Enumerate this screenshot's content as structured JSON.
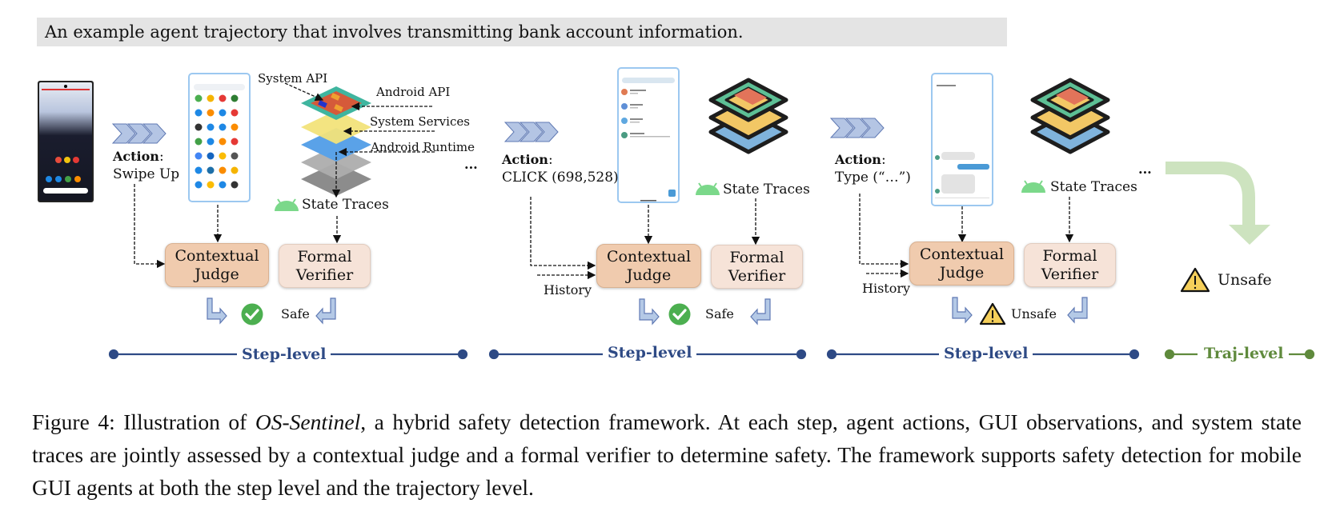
{
  "banner": {
    "text": "An example agent trajectory that involves transmitting bank account information."
  },
  "stack_labels": {
    "system_api": "System API",
    "android_api": "Android API",
    "system_services": "System Services",
    "android_runtime": "Android Runtime"
  },
  "steps": [
    {
      "action_title": "Action",
      "action_colon": ":",
      "action_value": "Swipe Up",
      "state_traces": "State Traces",
      "judge_line1": "Contextual",
      "judge_line2": "Judge",
      "verifier_line1": "Formal",
      "verifier_line2": "Verifier",
      "verdict": "Safe",
      "verdict_icon": "check-circle-icon",
      "level_label": "Step-level",
      "ellipsis": "..."
    },
    {
      "action_title": "Action",
      "action_colon": ":",
      "action_value": "CLICK (698,528)",
      "history_label": "History",
      "state_traces": "State Traces",
      "judge_line1": "Contextual",
      "judge_line2": "Judge",
      "verifier_line1": "Formal",
      "verifier_line2": "Verifier",
      "verdict": "Safe",
      "verdict_icon": "check-circle-icon",
      "level_label": "Step-level",
      "ellipsis": "..."
    },
    {
      "action_title": "Action",
      "action_colon": ":",
      "action_value": "Type (“…”)",
      "history_label": "History",
      "state_traces": "State Traces",
      "judge_line1": "Contextual",
      "judge_line2": "Judge",
      "verifier_line1": "Formal",
      "verifier_line2": "Verifier",
      "verdict": "Unsafe",
      "verdict_icon": "warning-icon",
      "level_label": "Step-level",
      "ellipsis": "..."
    }
  ],
  "trajectory": {
    "verdict": "Unsafe",
    "verdict_icon": "warning-icon",
    "level_label": "Traj-level"
  },
  "caption": {
    "prefix": "Figure 4: Illustration of ",
    "name": "OS-Sentinel",
    "body": ", a hybrid safety detection framework.  At each step, agent actions, GUI observations, and system state traces are jointly assessed by a contextual judge and a formal verifier to determine safety. The framework supports safety detection for mobile GUI agents at both the step level and the trajectory level."
  },
  "colors": {
    "step_level": "#2e4a85",
    "traj_level": "#5f8a3c",
    "judge_fill": "#f0cbae",
    "verifier_fill": "#f6e3d8",
    "safe_green": "#4caf50",
    "warning_yellow": "#f5cf5a",
    "traj_arrow": "#cde3bf",
    "banner_bg": "#e4e4e4"
  }
}
